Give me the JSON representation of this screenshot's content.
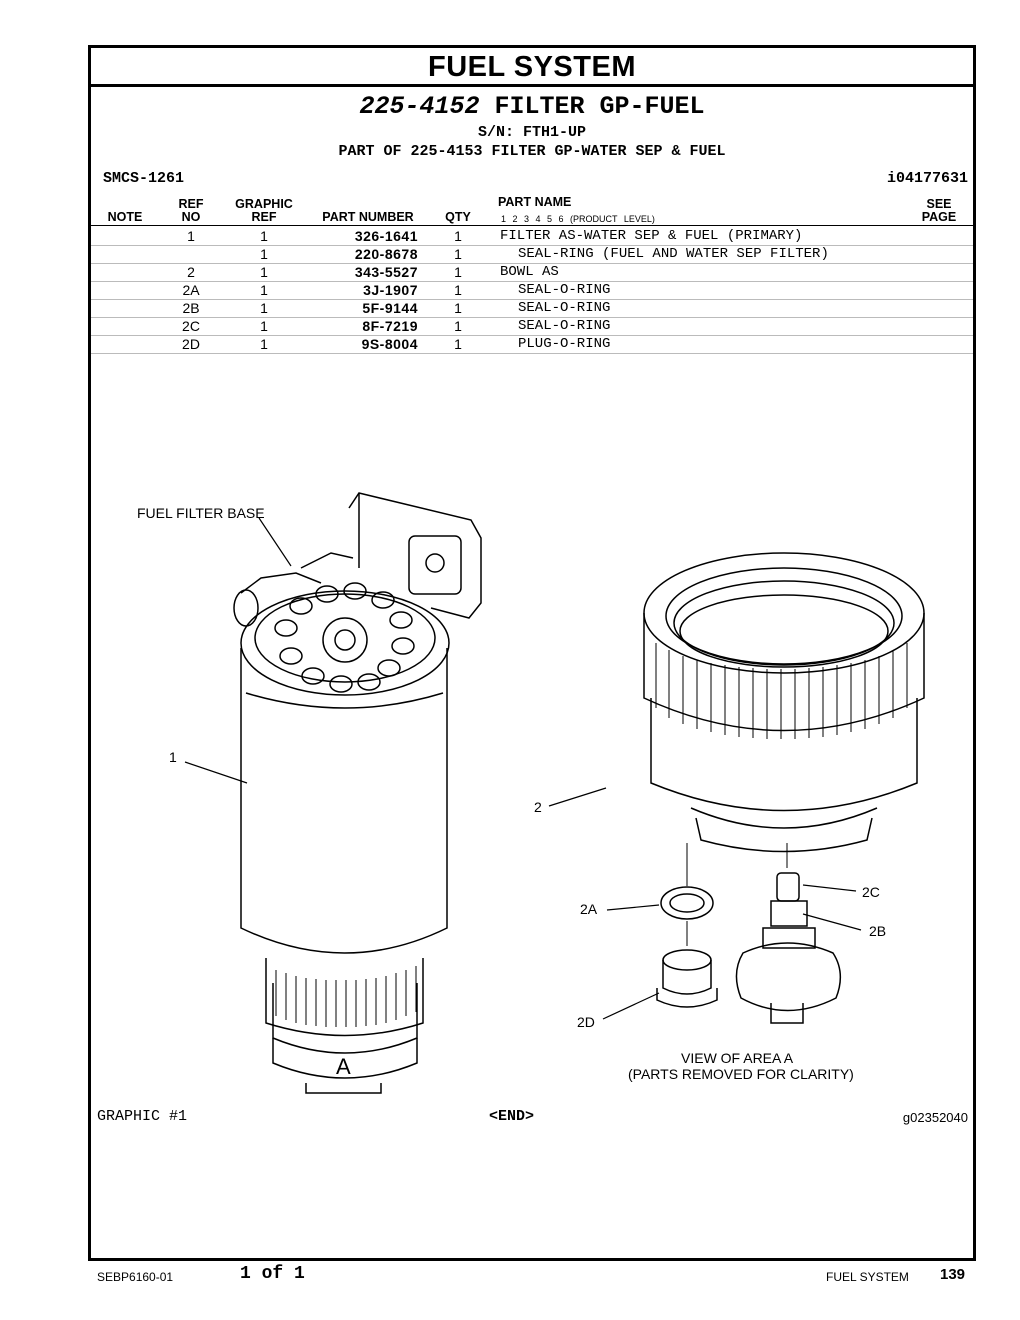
{
  "section_title": "FUEL SYSTEM",
  "group": {
    "number": "225-4152",
    "name": "FILTER GP-FUEL",
    "serial": "S/N: FTH1-UP",
    "part_of": "PART OF 225-4153 FILTER GP-WATER SEP & FUEL"
  },
  "smcs": "SMCS-1261",
  "illustration_id": "i04177631",
  "table_headers": {
    "note": "NOTE",
    "ref_no_1": "REF",
    "ref_no_2": "NO",
    "graphic_ref_1": "GRAPHIC",
    "graphic_ref_2": "REF",
    "part_number": "PART NUMBER",
    "qty": "QTY",
    "part_name": "PART NAME",
    "product_levels": "1 2 3 4 5 6 (PRODUCT LEVEL)",
    "see_page_1": "SEE",
    "see_page_2": "PAGE"
  },
  "parts": [
    {
      "ref": "1",
      "graphic_ref": "1",
      "part_number": "326-1641",
      "qty": "1",
      "name": "FILTER AS-WATER SEP & FUEL (PRIMARY)",
      "indent": 0
    },
    {
      "ref": "",
      "graphic_ref": "1",
      "part_number": "220-8678",
      "qty": "1",
      "name": "SEAL-RING (FUEL AND WATER SEP FILTER)",
      "indent": 1
    },
    {
      "ref": "2",
      "graphic_ref": "1",
      "part_number": "343-5527",
      "qty": "1",
      "name": "BOWL AS",
      "indent": 0
    },
    {
      "ref": "2A",
      "graphic_ref": "1",
      "part_number": "3J-1907",
      "qty": "1",
      "name": "SEAL-O-RING",
      "indent": 1
    },
    {
      "ref": "2B",
      "graphic_ref": "1",
      "part_number": "5F-9144",
      "qty": "1",
      "name": "SEAL-O-RING",
      "indent": 1
    },
    {
      "ref": "2C",
      "graphic_ref": "1",
      "part_number": "8F-7219",
      "qty": "1",
      "name": "SEAL-O-RING",
      "indent": 1
    },
    {
      "ref": "2D",
      "graphic_ref": "1",
      "part_number": "9S-8004",
      "qty": "1",
      "name": "PLUG-O-RING",
      "indent": 1
    }
  ],
  "illustration": {
    "callout_base": "FUEL FILTER BASE",
    "callout_1": "1",
    "callout_2": "2",
    "callout_2a": "2A",
    "callout_2b": "2B",
    "callout_2c": "2C",
    "callout_2d": "2D",
    "area_label": "A",
    "view_caption_1": "VIEW OF AREA  A",
    "view_caption_2": "(PARTS REMOVED FOR CLARITY)"
  },
  "graphic_label": "GRAPHIC #1",
  "end_mark": "<END>",
  "graphic_id": "g02352040",
  "footer": {
    "doc_number": "SEBP6160-01",
    "page_of": "1 of 1",
    "section": "FUEL SYSTEM",
    "page_number": "139"
  }
}
